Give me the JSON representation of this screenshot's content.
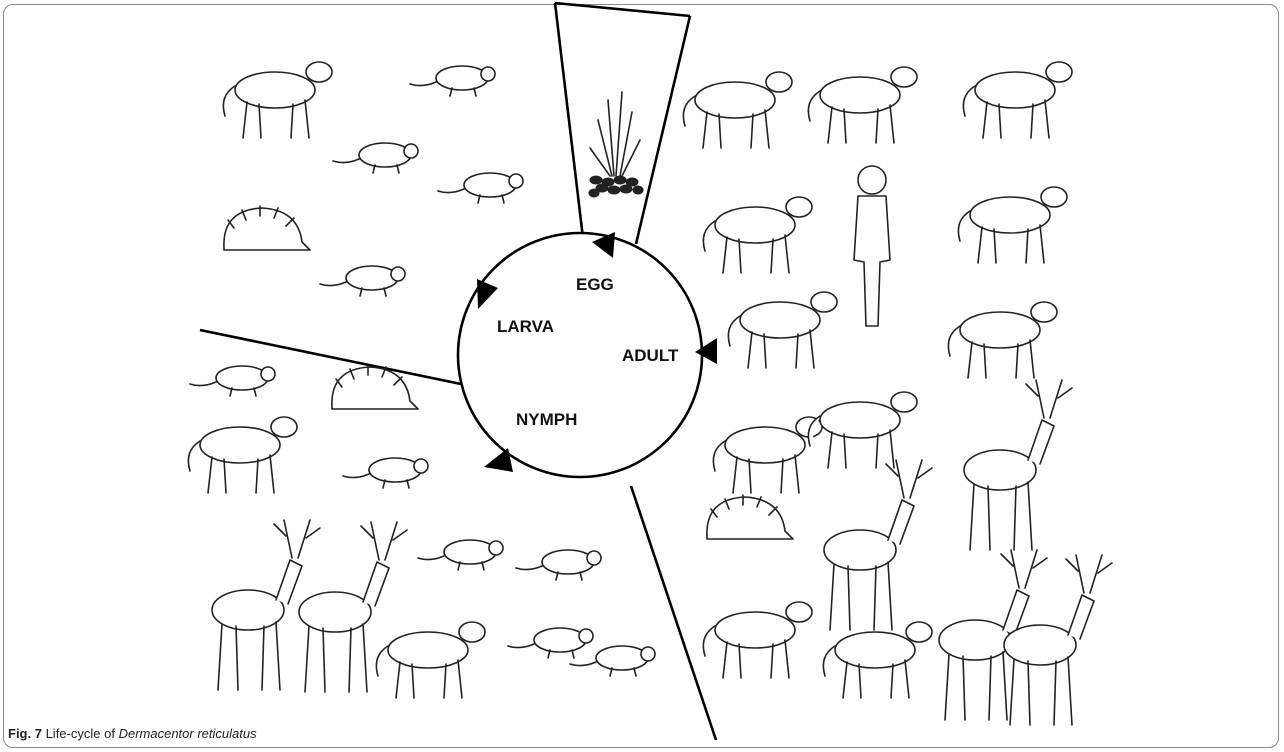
{
  "stages": {
    "egg": "EGG",
    "larva": "LARVA",
    "nymph": "NYMPH",
    "adult": "ADULT"
  },
  "caption": {
    "label": "Fig. 7",
    "text": "Life-cycle of",
    "species": "Dermacentor reticulatus"
  },
  "colors": {
    "line": "#000000",
    "frame": "#8a8a8a"
  }
}
